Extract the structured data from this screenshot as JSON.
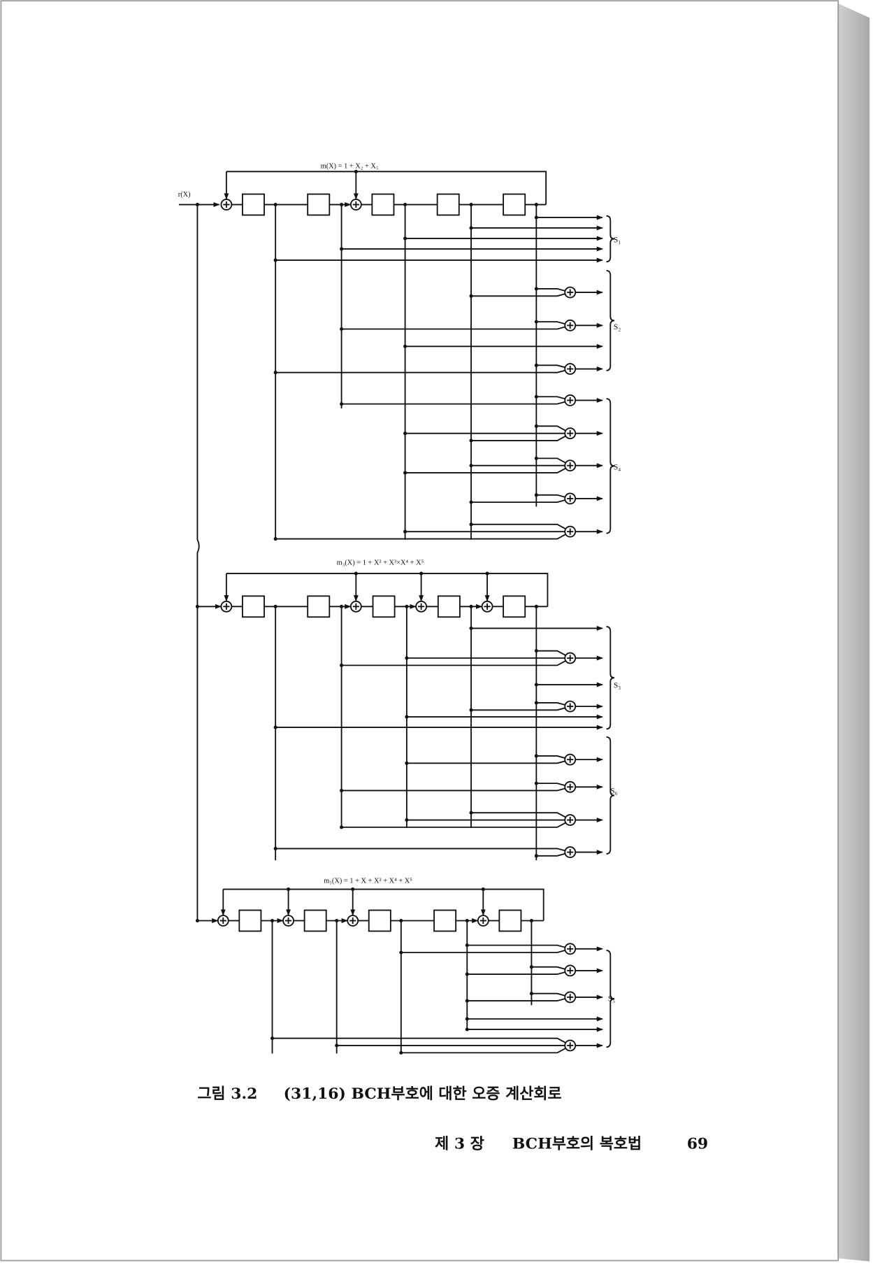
{
  "figure": {
    "input_label": "r(X)",
    "sections": [
      {
        "polynomial": "m(X) = 1 + X₂ + X₅",
        "syndromes": [
          "S₁",
          "S₂",
          "S₄"
        ]
      },
      {
        "polynomial": "m₃(X) = 1 + X² + X³×X⁴ + X⁵",
        "syndromes": [
          "S₃",
          "S₆"
        ]
      },
      {
        "polynomial": "m₅(X) = 1 + X + X² + X⁴ + X⁵",
        "syndromes": [
          "S₅"
        ]
      }
    ],
    "caption_number": "그림 3.2",
    "caption_text": "(31,16) BCH부호에 대한 오증 계산회로"
  },
  "running_footer": {
    "chapter": "제 3 장",
    "title": "BCH부호의 복호법",
    "page_number": "69"
  }
}
